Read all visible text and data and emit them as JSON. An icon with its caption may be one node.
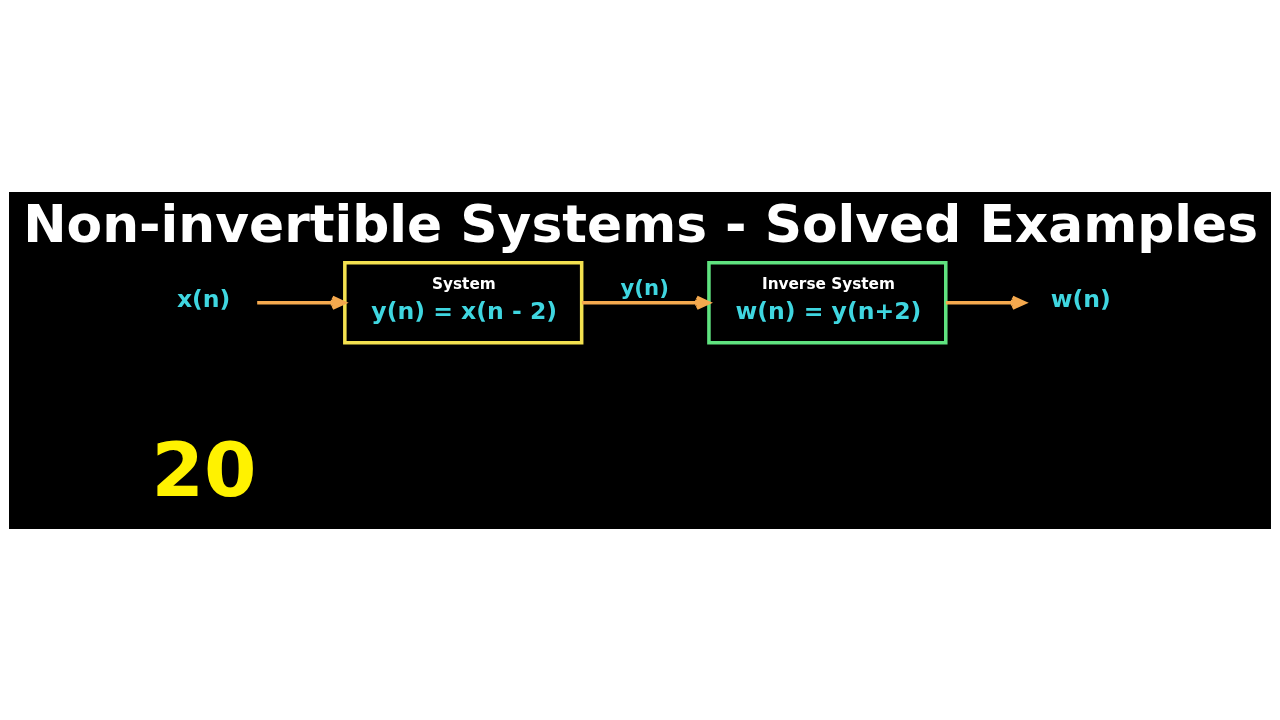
{
  "diagram": {
    "title": "Non-invertible Systems - Solved Examples",
    "nodes": [
      {
        "text": [
          "x(n)"
        ]
      },
      {
        "text": [
          "System",
          "y(n) = x(n - 2)"
        ]
      },
      {
        "text": [
          "Inverse System",
          "w(n) = y(n+2)"
        ]
      },
      {
        "text": [
          "w(n)"
        ]
      }
    ],
    "edges": [
      {
        "from": 0,
        "to": 1,
        "arrow": "to"
      },
      {
        "from": 1,
        "to": 2,
        "arrow": "to",
        "label": "y(n)"
      },
      {
        "from": 2,
        "to": 3,
        "arrow": "to"
      }
    ],
    "labels": [
      "20"
    ]
  }
}
